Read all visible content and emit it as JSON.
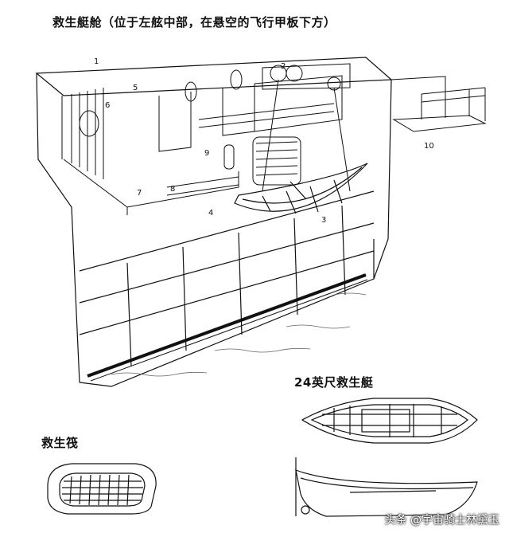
{
  "titles": {
    "main": "救生艇舱（位于左舷中部，在悬空的飞行甲板下方）",
    "raft": "救生筏",
    "boat": "24英尺救生艇"
  },
  "callouts": [
    "1",
    "2",
    "3",
    "4",
    "5",
    "6",
    "7",
    "8",
    "9",
    "10"
  ],
  "watermark": "头条 @宇宙骑士林黛玉",
  "colors": {
    "ink": "#111111",
    "background": "#ffffff"
  }
}
